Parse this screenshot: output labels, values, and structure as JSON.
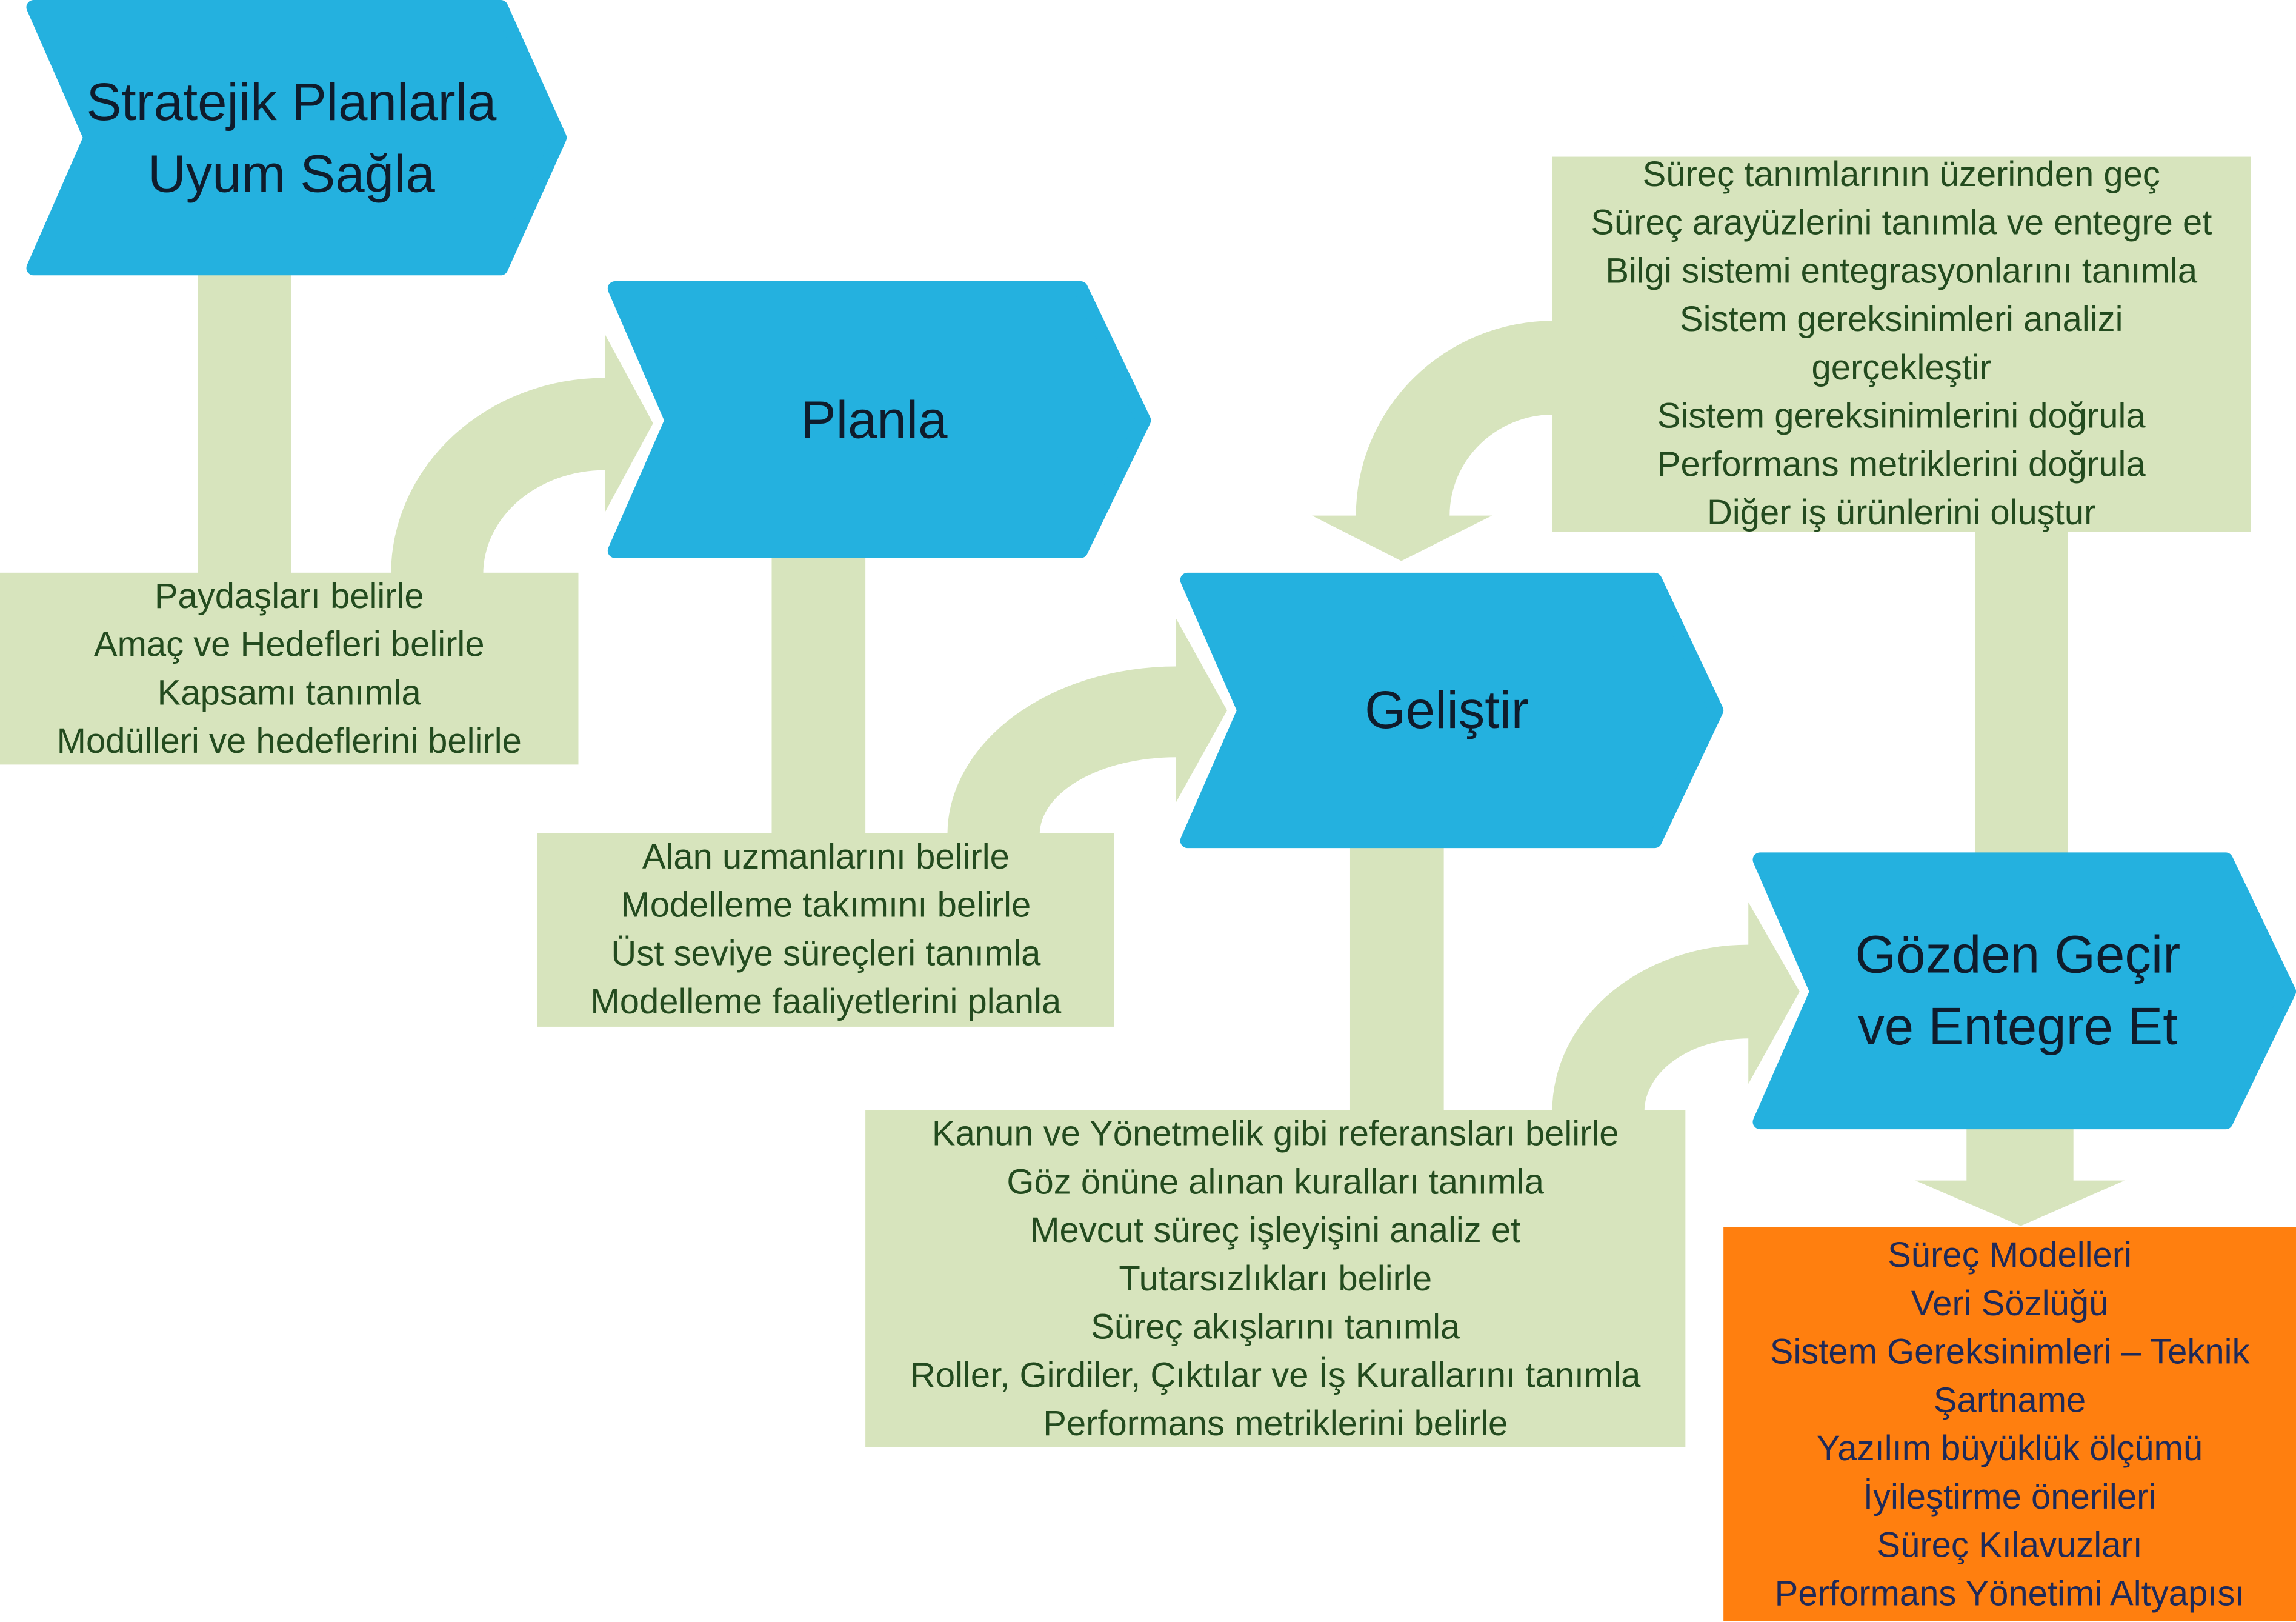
{
  "colors": {
    "chevron": "#24B1DF",
    "task_box": "#D7E4BD",
    "output_box": "#FF7F0F",
    "chevron_text": "#0F1C2C",
    "task_text": "#234B1F",
    "output_text": "#1F2A58"
  },
  "steps": [
    {
      "title_lines": [
        "Stratejik Planlarla",
        "Uyum Sağla"
      ],
      "tasks": [
        "Paydaşları belirle",
        "Amaç ve Hedefleri belirle",
        "Kapsamı tanımla",
        "Modülleri ve hedeflerini belirle"
      ]
    },
    {
      "title_lines": [
        "Planla"
      ],
      "tasks": [
        "Alan uzmanlarını belirle",
        "Modelleme takımını belirle",
        "Üst seviye süreçleri tanımla",
        "Modelleme faaliyetlerini planla"
      ]
    },
    {
      "title_lines": [
        "Geliştir"
      ],
      "tasks": [
        "Kanun ve Yönetmelik gibi referansları belirle",
        "Göz önüne alınan kuralları tanımla",
        "Mevcut süreç işleyişini analiz et",
        "Tutarsızlıkları belirle",
        "Süreç akışlarını tanımla",
        "Roller, Girdiler, Çıktılar ve İş Kurallarını tanımla",
        "Performans metriklerini belirle"
      ]
    },
    {
      "title_lines": [
        "Gözden Geçir",
        "ve Entegre Et"
      ],
      "tasks": [
        "Süreç tanımlarının üzerinden geç",
        "Süreç arayüzlerini tanımla ve entegre et",
        "Bilgi sistemi entegrasyonlarını tanımla",
        "Sistem gereksinimleri analizi",
        "gerçekleştir",
        "Sistem gereksinimlerini doğrula",
        "Performans metriklerini doğrula",
        "Diğer iş ürünlerini oluştur"
      ]
    }
  ],
  "outputs": {
    "lines": [
      "Süreç Modelleri",
      "Veri Sözlüğü",
      "Sistem Gereksinimleri – Teknik",
      "Şartname",
      "Yazılım büyüklük ölçümü",
      "İyileştirme önerileri",
      "Süreç Kılavuzları",
      "Performans Yönetimi Altyapısı"
    ]
  }
}
